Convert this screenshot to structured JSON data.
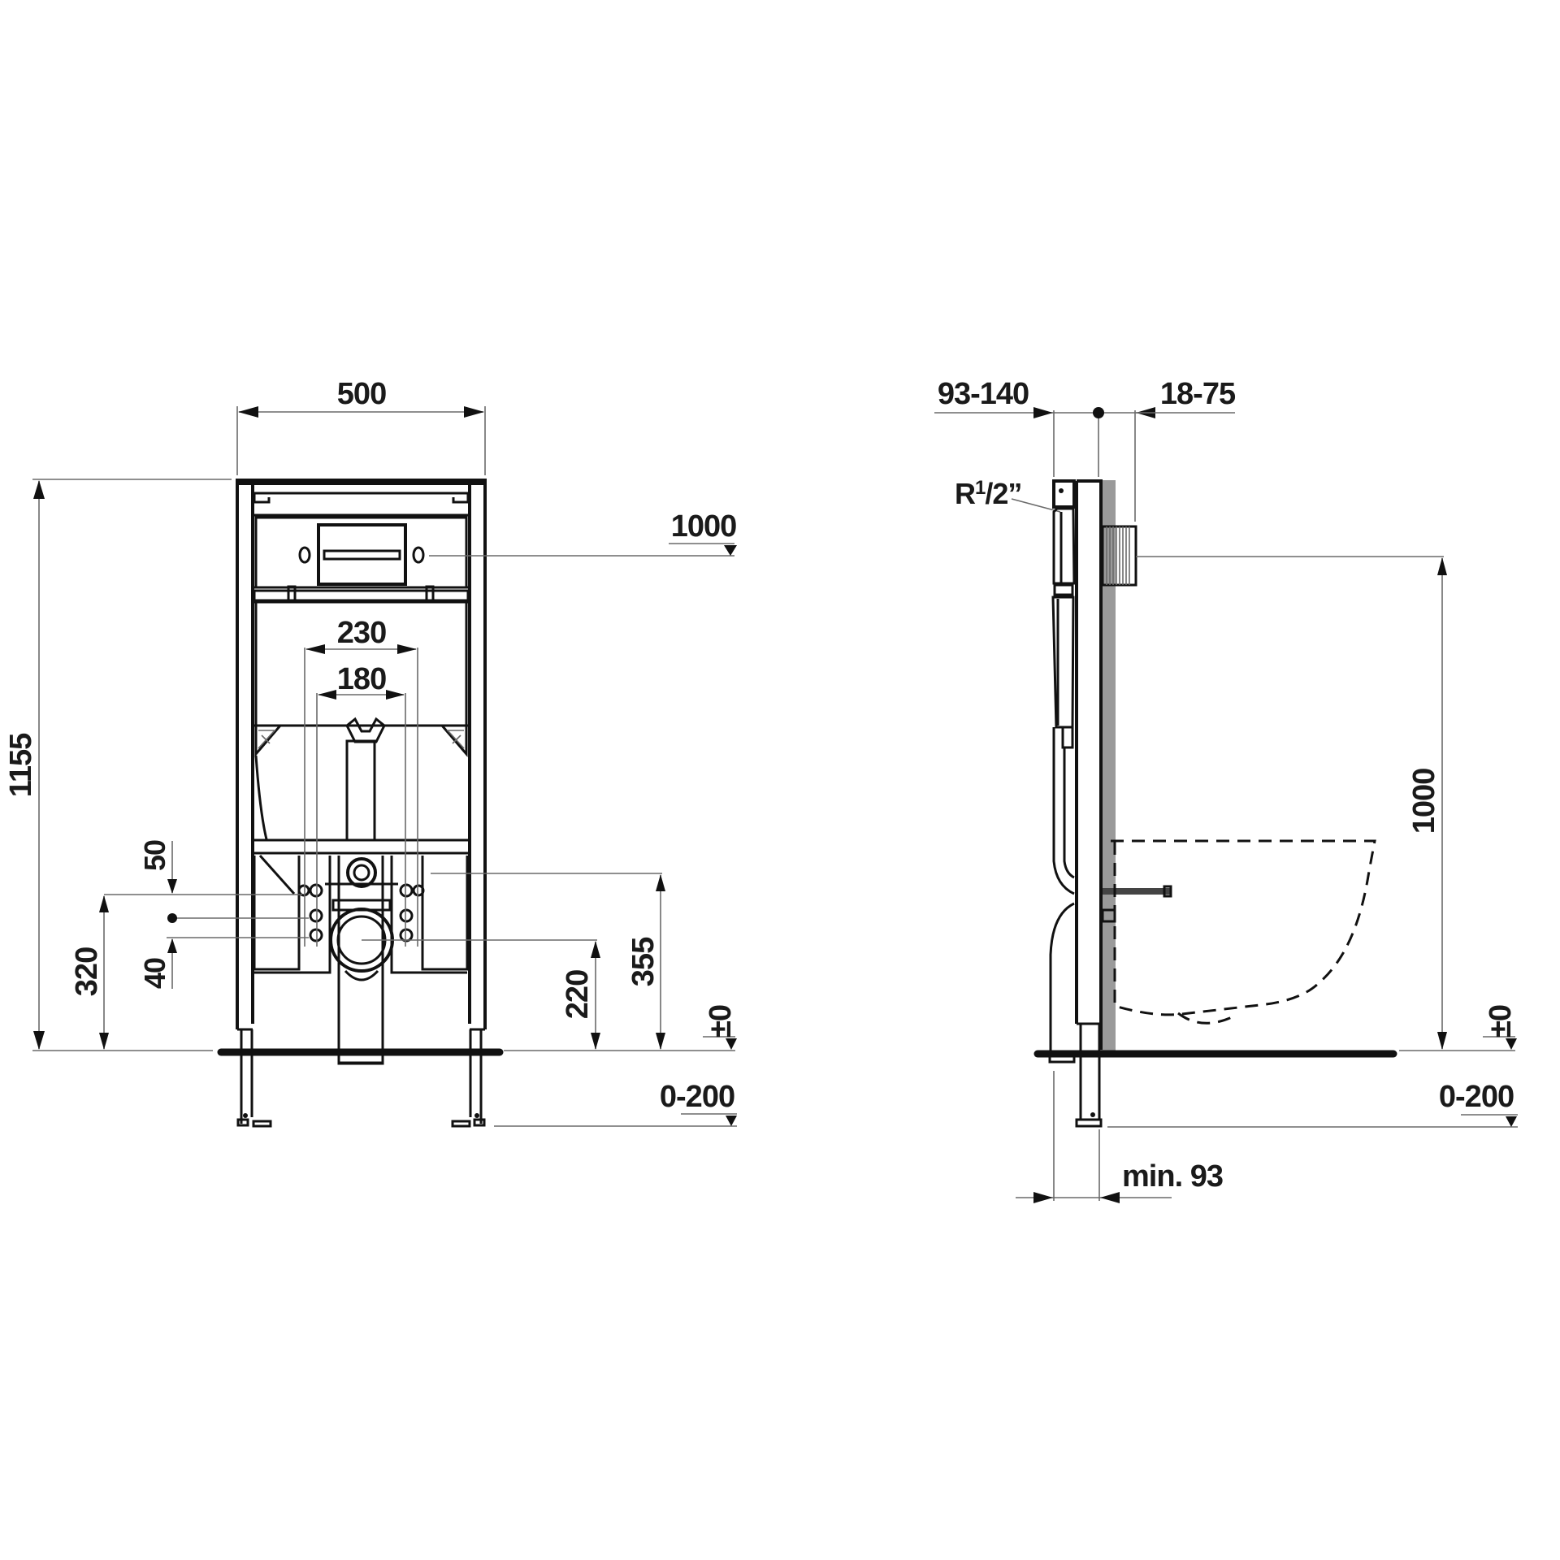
{
  "drawing": {
    "title": "Wall-hung WC installation frame — front and side elevation",
    "colors": {
      "line": "#111111",
      "dimension_line": "#6a6a6a",
      "wall": "#9a9a9a",
      "background": "#ffffff"
    }
  },
  "front_view": {
    "dimensions": {
      "width": "500",
      "height_total": "1155",
      "flush_plate_height": "1000",
      "spacing_outer": "230",
      "spacing_inner": "180",
      "offset_up": "50",
      "offset_down": "40",
      "bolt_height": "320",
      "waste_height": "220",
      "supply_height": "355",
      "floor_level": "±0",
      "leg_adjust": "0-200"
    }
  },
  "side_view": {
    "dimensions": {
      "depth_range": "93-140",
      "wall_offset": "18-75",
      "thread_label": "R",
      "thread_sup": "1",
      "thread_slash": "/2”",
      "flush_plate_height": "1000",
      "floor_level": "±0",
      "leg_adjust": "0-200",
      "min_depth": "min. 93"
    }
  }
}
